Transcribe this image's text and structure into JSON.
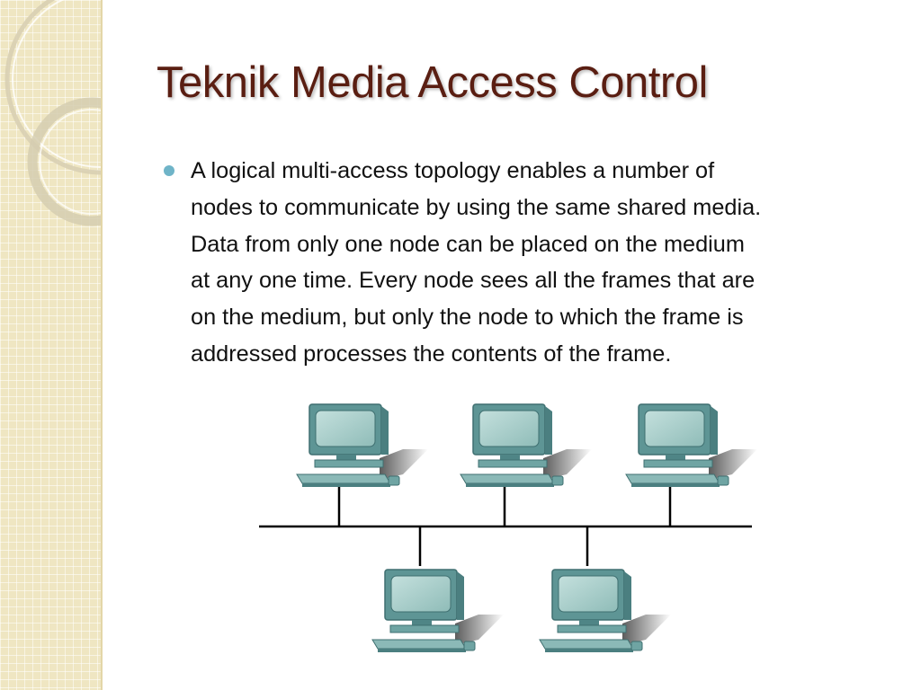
{
  "slide": {
    "title": "Teknik Media Access Control",
    "bullet_lines": [
      "A logical multi-access topology enables a number of",
      "nodes to communicate by using the same shared media.",
      "Data from only one node can be placed on the medium",
      "at any one time. Every node sees all the frames that are",
      "on the medium, but only the node to which the frame is",
      "addressed processes the contents of the frame."
    ]
  },
  "diagram": {
    "nodes": [
      {
        "icon": "computer-icon",
        "position": "top-left"
      },
      {
        "icon": "computer-icon",
        "position": "top-center"
      },
      {
        "icon": "computer-icon",
        "position": "top-right"
      },
      {
        "icon": "computer-icon",
        "position": "bottom-left"
      },
      {
        "icon": "computer-icon",
        "position": "bottom-right"
      }
    ],
    "topology": "shared bus"
  },
  "colors": {
    "title": "#5a1e12",
    "bullet": "#6fb4c8",
    "side_panel": "#efe6c2",
    "computer": "#5e9595"
  }
}
